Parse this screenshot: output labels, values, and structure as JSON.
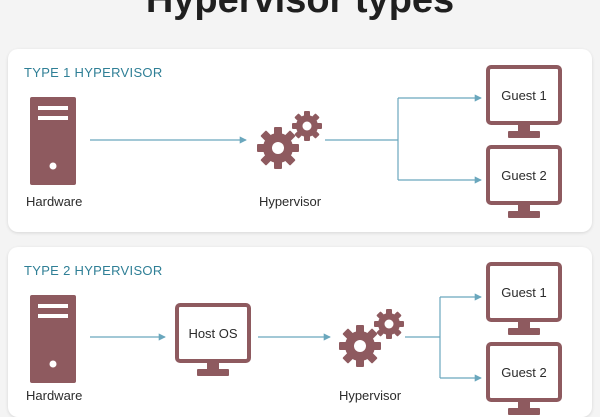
{
  "title": "Hypervisor types",
  "colors": {
    "accent": "#2f7f96",
    "device": "#8e5a5f",
    "line": "#6aa7bd"
  },
  "type1": {
    "heading": "TYPE 1 HYPERVISOR",
    "hardware": "Hardware",
    "hypervisor": "Hypervisor",
    "guests": [
      "Guest 1",
      "Guest 2"
    ]
  },
  "type2": {
    "heading": "TYPE 2 HYPERVISOR",
    "hardware": "Hardware",
    "host_os": "Host OS",
    "hypervisor": "Hypervisor",
    "guests": [
      "Guest 1",
      "Guest 2"
    ]
  },
  "icons": [
    "server-icon",
    "gears-icon",
    "monitor-icon"
  ]
}
